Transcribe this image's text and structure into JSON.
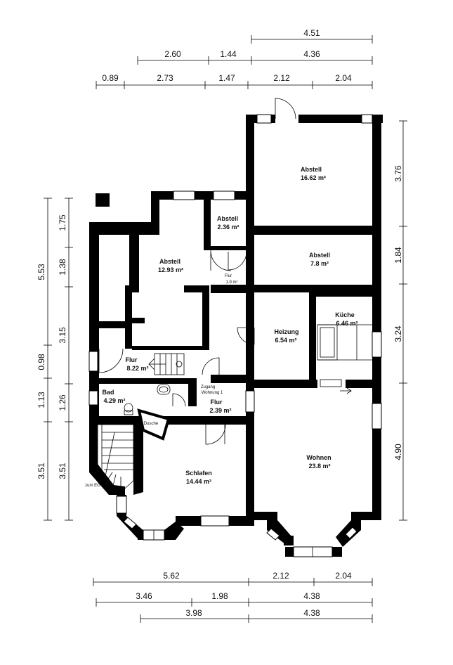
{
  "dimensions": {
    "top_row1": [
      "4.51"
    ],
    "top_row2": [
      "2.60",
      "1.44",
      "4.36"
    ],
    "top_row3": [
      "0.89",
      "2.73",
      "1.47",
      "2.12",
      "2.04"
    ],
    "bottom_row1": [
      "5.62",
      "2.12",
      "2.04"
    ],
    "bottom_row2": [
      "3.46",
      "1.98",
      "4.38"
    ],
    "bottom_row3": [
      "3.98",
      "4.38"
    ],
    "left_outer": [
      "5.53",
      "0.98",
      "1.13",
      "3.51"
    ],
    "left_inner": [
      "1.75",
      "1.38",
      "3.15",
      "1.26",
      "3.51"
    ],
    "right": [
      "3.76",
      "1.84",
      "3.24",
      "4.90"
    ]
  },
  "rooms": [
    {
      "name": "Abstell",
      "area": "16.62 m²"
    },
    {
      "name": "Abstell",
      "area": "2.36 m²"
    },
    {
      "name": "Abstell",
      "area": "12.93 m²"
    },
    {
      "name": "Abstell",
      "area": "7.8 m²"
    },
    {
      "name": "Flur",
      "area": "1.9 m²"
    },
    {
      "name": "Heizung",
      "area": "6.54 m²"
    },
    {
      "name": "Küche",
      "area": "6.46 m²"
    },
    {
      "name": "Flur",
      "area": "8.22 m²"
    },
    {
      "name": "Bad",
      "area": "4.29 m²"
    },
    {
      "name": "Flur",
      "area": "2.39 m²"
    },
    {
      "name": "Schlafen",
      "area": "14.44 m²"
    },
    {
      "name": "Wohnen",
      "area": "23.8 m²"
    }
  ],
  "labels": {
    "zugang_line1": "Zugang",
    "zugang_line2": "Wohnung 1",
    "dusche": "Dusche",
    "zum_eg": "zum EG"
  }
}
